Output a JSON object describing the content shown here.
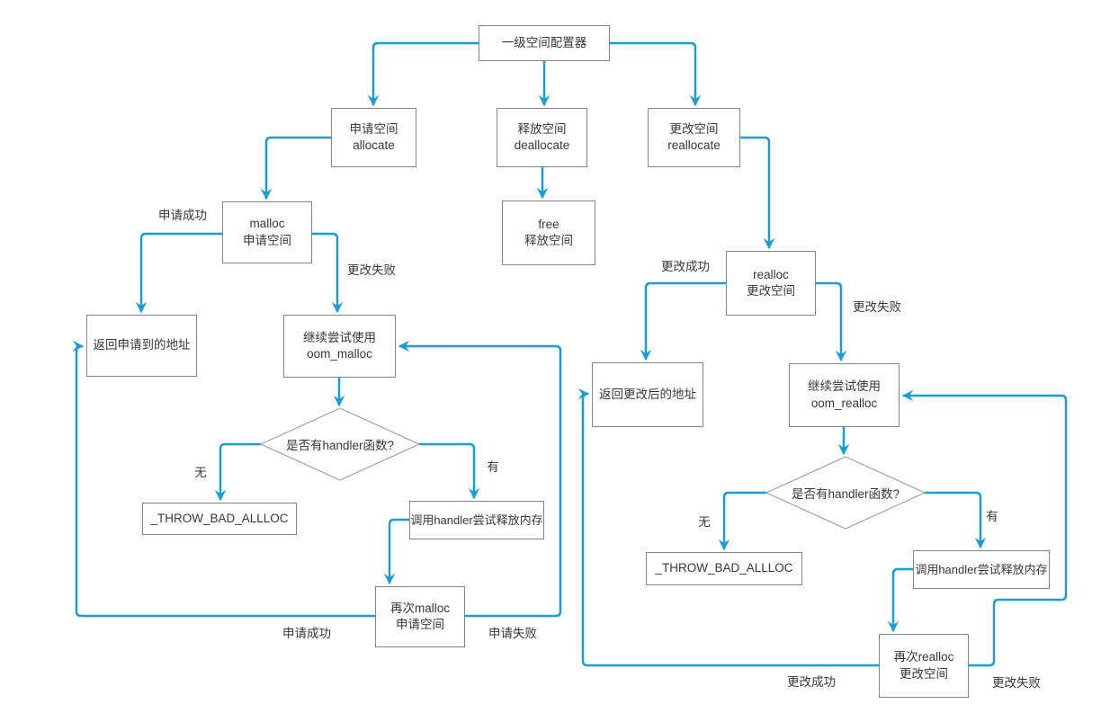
{
  "colors": {
    "connector": "#189ED6",
    "node_border": "#848484",
    "diamond_border": "#A0A0A0",
    "text": "#383838",
    "bg": "#FFFFFF"
  },
  "nodes": {
    "root": {
      "label": "一级空间配置器"
    },
    "allocate": {
      "line1": "申请空间",
      "line2": "allocate"
    },
    "deallocate": {
      "line1": "释放空间",
      "line2": "deallocate"
    },
    "reallocate": {
      "line1": "更改空间",
      "line2": "reallocate"
    },
    "malloc": {
      "line1": "malloc",
      "line2": "申请空间"
    },
    "free": {
      "line1": "free",
      "line2": "释放空间"
    },
    "realloc": {
      "line1": "realloc",
      "line2": "更改空间"
    },
    "return_alloc": {
      "label": "返回申请到的地址"
    },
    "oom_malloc": {
      "line1": "继续尝试使用",
      "line2": "oom_malloc"
    },
    "return_realloc": {
      "label": "返回更改后的地址"
    },
    "oom_realloc": {
      "line1": "继续尝试使用",
      "line2": "oom_realloc"
    },
    "has_handler_left": {
      "label": "是否有handler函数?"
    },
    "has_handler_right": {
      "label": "是否有handler函数?"
    },
    "throw_left": {
      "label": "_THROW_BAD_ALLLOC"
    },
    "call_handler_left": {
      "label": "调用handler尝试释放内存"
    },
    "throw_right": {
      "label": "_THROW_BAD_ALLLOC"
    },
    "call_handler_right": {
      "label": "调用handler尝试释放内存"
    },
    "malloc_again": {
      "line1": "再次malloc",
      "line2": "申请空间"
    },
    "realloc_again": {
      "line1": "再次realloc",
      "line2": "更改空间"
    }
  },
  "edge_labels": {
    "alloc_success": "申请成功",
    "change_fail_left": "更改失败",
    "no_left": "无",
    "yes_left": "有",
    "retry_alloc_success": "申请成功",
    "retry_alloc_fail": "申请失败",
    "change_success": "更改成功",
    "change_fail_right": "更改失败",
    "no_right": "无",
    "yes_right": "有",
    "retry_change_success": "更改成功",
    "retry_change_fail": "更改失败"
  }
}
